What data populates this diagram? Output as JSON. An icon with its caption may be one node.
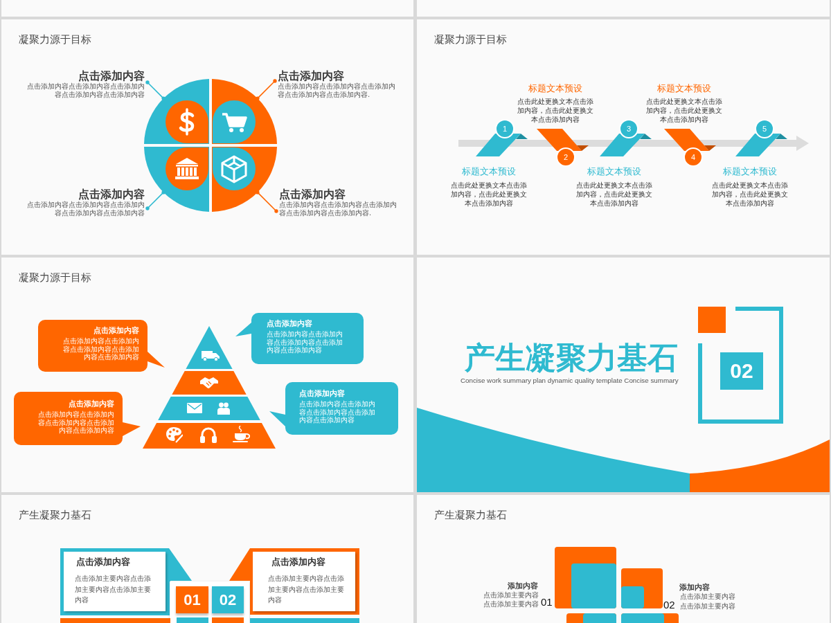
{
  "diagram": {
    "nodes": [
      {
        "text": [],
        "shape": "box"
      },
      {
        "text": [],
        "shape": "box"
      },
      {
        "text": [
          "凝聚力源于目标"
        ]
      },
      {
        "text": [
          "点击添加内容",
          "点击添加内容点击添加内容点击添加内容点击添加内容点击添加内容"
        ],
        "in": 2
      },
      {
        "text": [
          "点击添加内容",
          "点击添加内容点击添加内容点击添加内容点击添加内容点击添加内容."
        ],
        "in": 2
      },
      {
        "text": [],
        "shape": "sector",
        "in": 2
      },
      {
        "text": [],
        "shape": "sector",
        "in": 2
      },
      {
        "text": [],
        "shape": "sector",
        "in": 2
      },
      {
        "text": [],
        "shape": "sector",
        "in": 2
      },
      {
        "text": [
          "点击添加内容",
          "点击添加内容点击添加内容点击添加内容点击添加内容点击添加内容"
        ],
        "in": 2
      },
      {
        "text": [
          "点击添加内容",
          "点击添加内容点击添加内容点击添加内容点击添加内容点击添加内容."
        ],
        "in": 2
      },
      {
        "text": [
          "凝聚力源于目标"
        ]
      },
      {
        "text": [
          "1"
        ],
        "in": 11,
        "beside": [
          "标题文本预设",
          "点击此处更换文本点击添加内容，点击此处更换文本点击添加内容"
        ]
      },
      {
        "text": [
          "2"
        ],
        "in": 11,
        "beside": [
          "标题文本预设",
          "点击此处更换文本点击添加内容，点击此处更换文本点击添加内容"
        ]
      },
      {
        "text": [
          "3"
        ],
        "in": 11,
        "beside": [
          "标题文本预设",
          "点击此处更换文本点击添加内容，点击此处更换文本点击添加内容"
        ]
      },
      {
        "text": [
          "4"
        ],
        "in": 11,
        "beside": [
          "标题文本预设",
          "点击此处更换文本点击添加内容，点击此处更换文本点击添加内容"
        ]
      },
      {
        "text": [
          "5"
        ],
        "in": 11,
        "beside": [
          "标题文本预设",
          "点击此处更换文本点击添加内容，点击此处更换文本点击添加内容"
        ]
      },
      {
        "text": [
          "凝聚力源于目标"
        ]
      },
      {
        "text": [
          "点击添加内容",
          "点击添加内容点击添加内容点击添加内容点击添加内容点击添加内容"
        ],
        "in": 17
      },
      {
        "text": [
          "点击添加内容",
          "点击添加内容点击添加内容点击添加内容点击添加内容点击添加内容"
        ],
        "in": 17
      },
      {
        "text": [
          "点击添加内容",
          "点击添加内容点击添加内容点击添加内容点击添加内容点击添加内容"
        ],
        "in": 17
      },
      {
        "text": [
          "点击添加内容",
          "点击添加内容点击添加内容点击添加内容点击添加内容点击添加内容"
        ],
        "in": 17
      },
      {
        "text": [
          "产生凝聚力基石",
          "Concise work summary plan dynamic quality template Concise summary"
        ]
      },
      {
        "text": [
          "02"
        ],
        "in": 22
      },
      {
        "text": [],
        "shape": "band",
        "in": 22
      },
      {
        "text": [],
        "shape": "band",
        "in": 22
      },
      {
        "text": [
          "产生凝聚力基石"
        ]
      },
      {
        "text": [
          "点击添加内容",
          "点击添加主要内容点击添加主要内容点击添加主要内容"
        ],
        "in": 26
      },
      {
        "text": [
          "点击添加内容",
          "点击添加主要内容点击添加主要内容点击添加主要内容"
        ],
        "in": 26
      },
      {
        "text": [
          "01"
        ],
        "in": 26
      },
      {
        "text": [
          "02"
        ],
        "in": 26
      },
      {
        "text": [
          "产生凝聚力基石"
        ]
      }
    ],
    "edges": [
      {
        "from": 3,
        "to": 5,
        "arrow": "other",
        "color": "#2fbad0"
      },
      {
        "from": 4,
        "to": 6,
        "arrow": "other",
        "color": "#ff6600"
      },
      {
        "from": 9,
        "to": 7,
        "arrow": "other",
        "color": "#2fbad0"
      },
      {
        "from": 10,
        "to": 8,
        "arrow": "other",
        "color": "#ff6600"
      }
    ],
    "labels": [
      "添加内容",
      "点击添加主要内容点击添加主要内容",
      "01",
      "02",
      "添加内容",
      "点击添加主要内容点击添加主要内容"
    ]
  }
}
